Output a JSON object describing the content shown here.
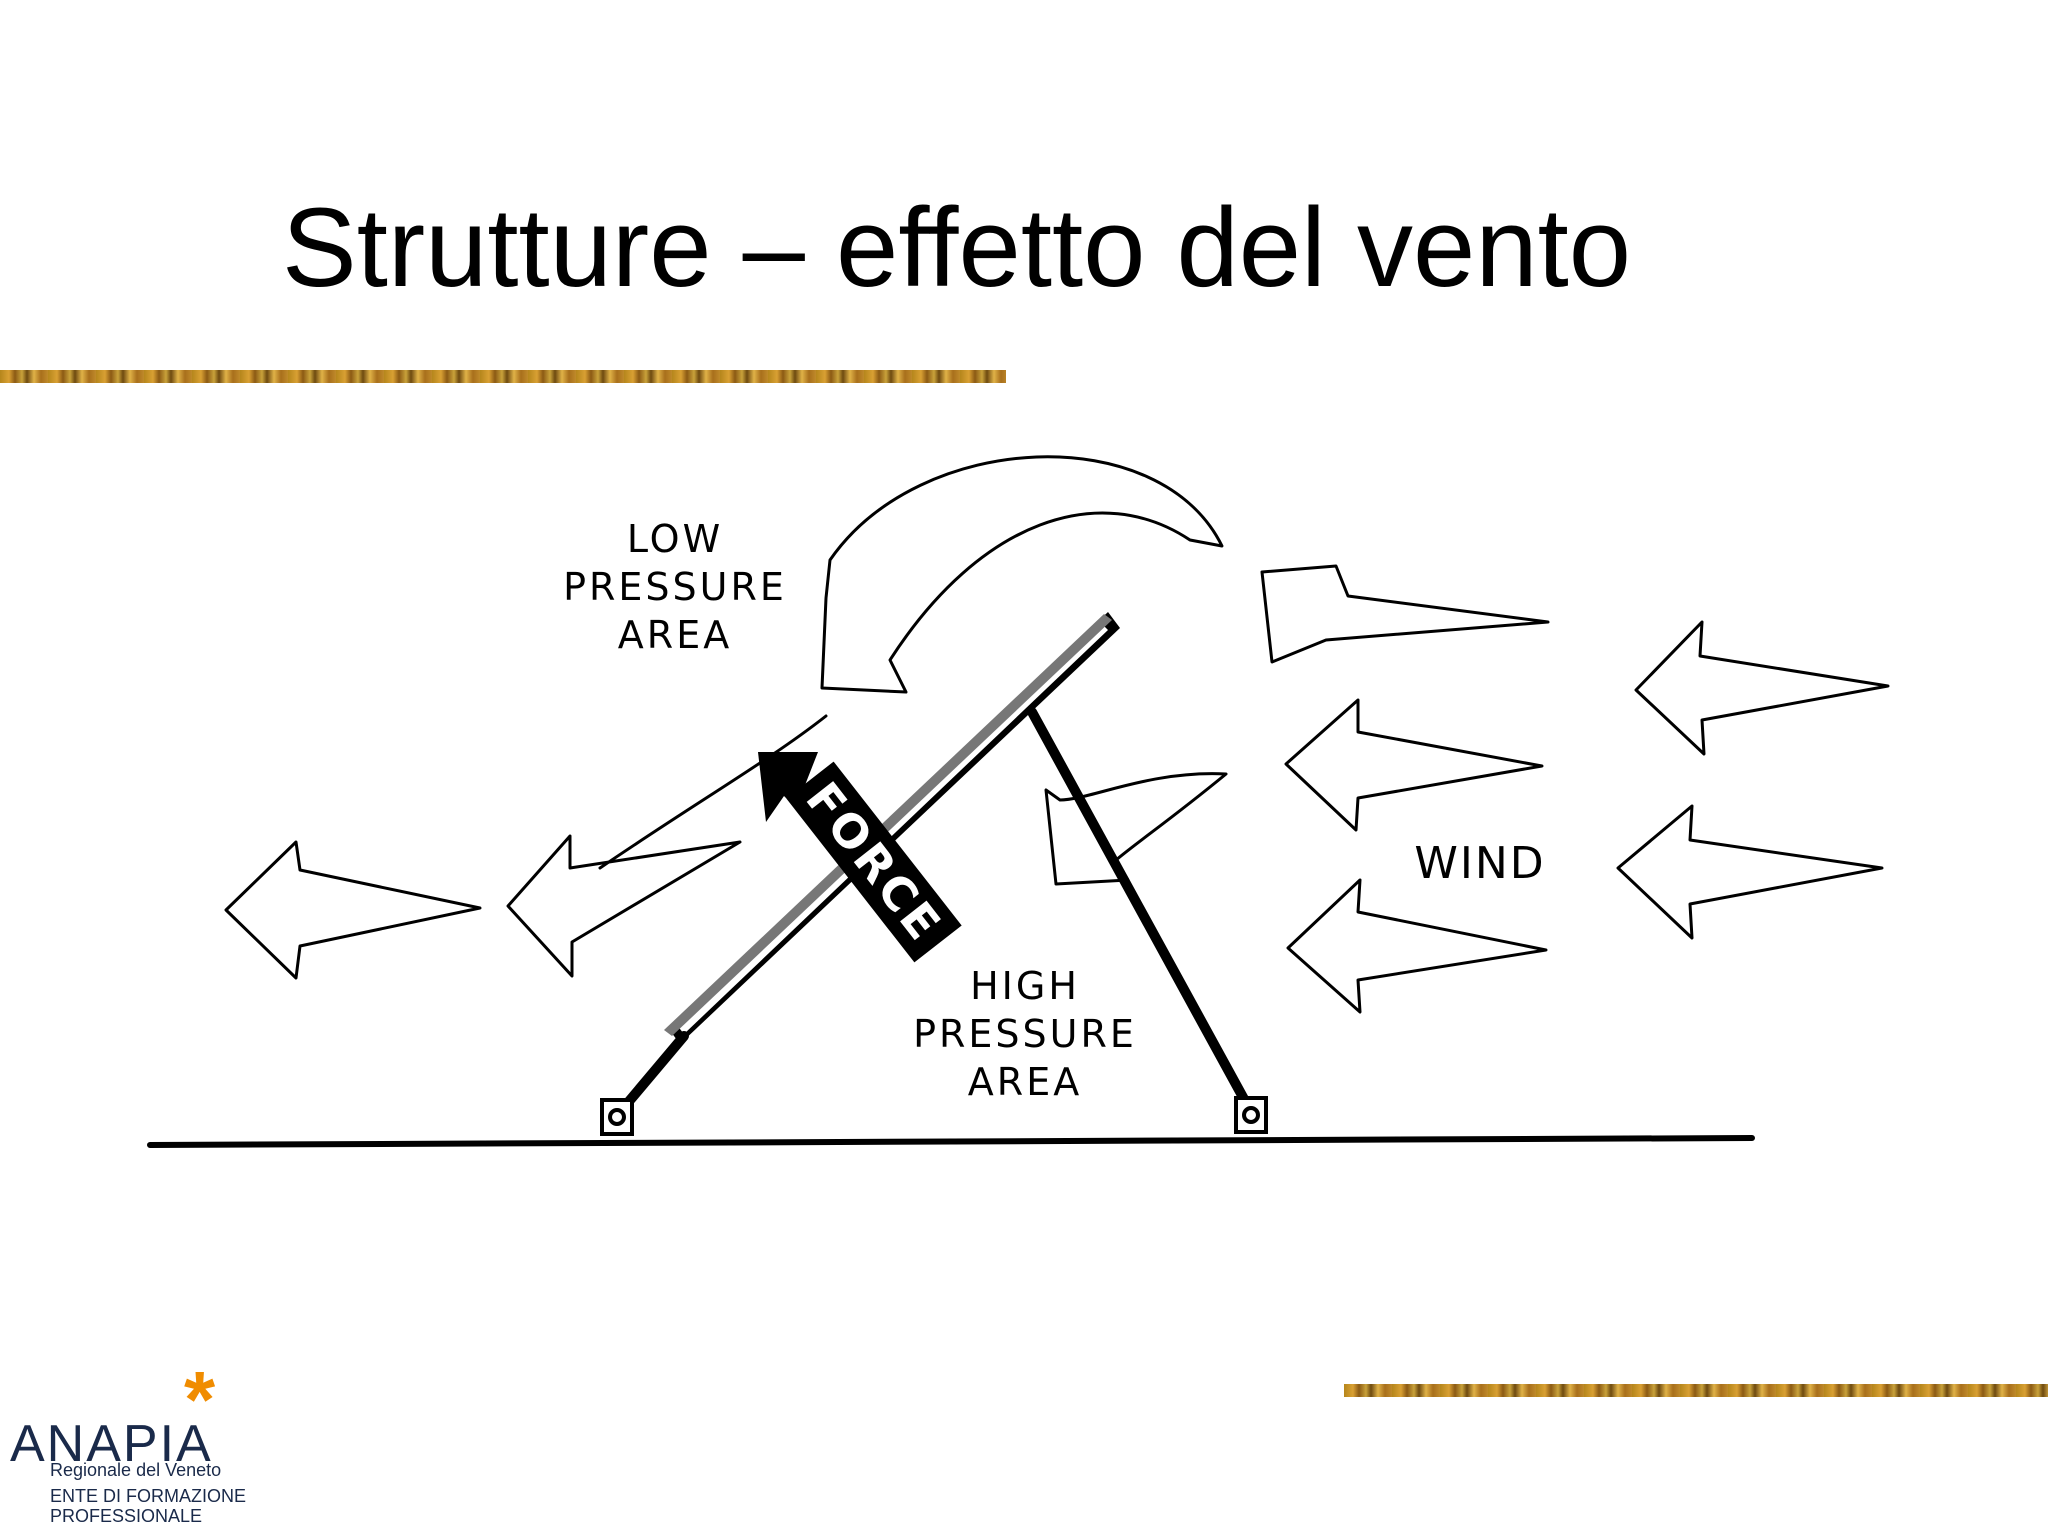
{
  "slide": {
    "title": "Strutture – effetto del vento"
  },
  "figure": {
    "low_pressure_line1": "LOW",
    "low_pressure_line2": "PRESSURE",
    "low_pressure_line3": "AREA",
    "high_pressure_line1": "HIGH",
    "high_pressure_line2": "PRESSURE",
    "high_pressure_line3": "AREA",
    "wind_label": "WIND",
    "force_label": "FORCE"
  },
  "logo": {
    "name": "ANAPIA",
    "star": "*",
    "region": "Regionale del Veneto",
    "org_line1": "ENTE DI FORMAZIONE",
    "org_line2": "PROFESSIONALE"
  },
  "colors": {
    "accent_bar": "#b5861c",
    "logo_orange": "#f08c00",
    "logo_navy": "#1a2a4a"
  }
}
